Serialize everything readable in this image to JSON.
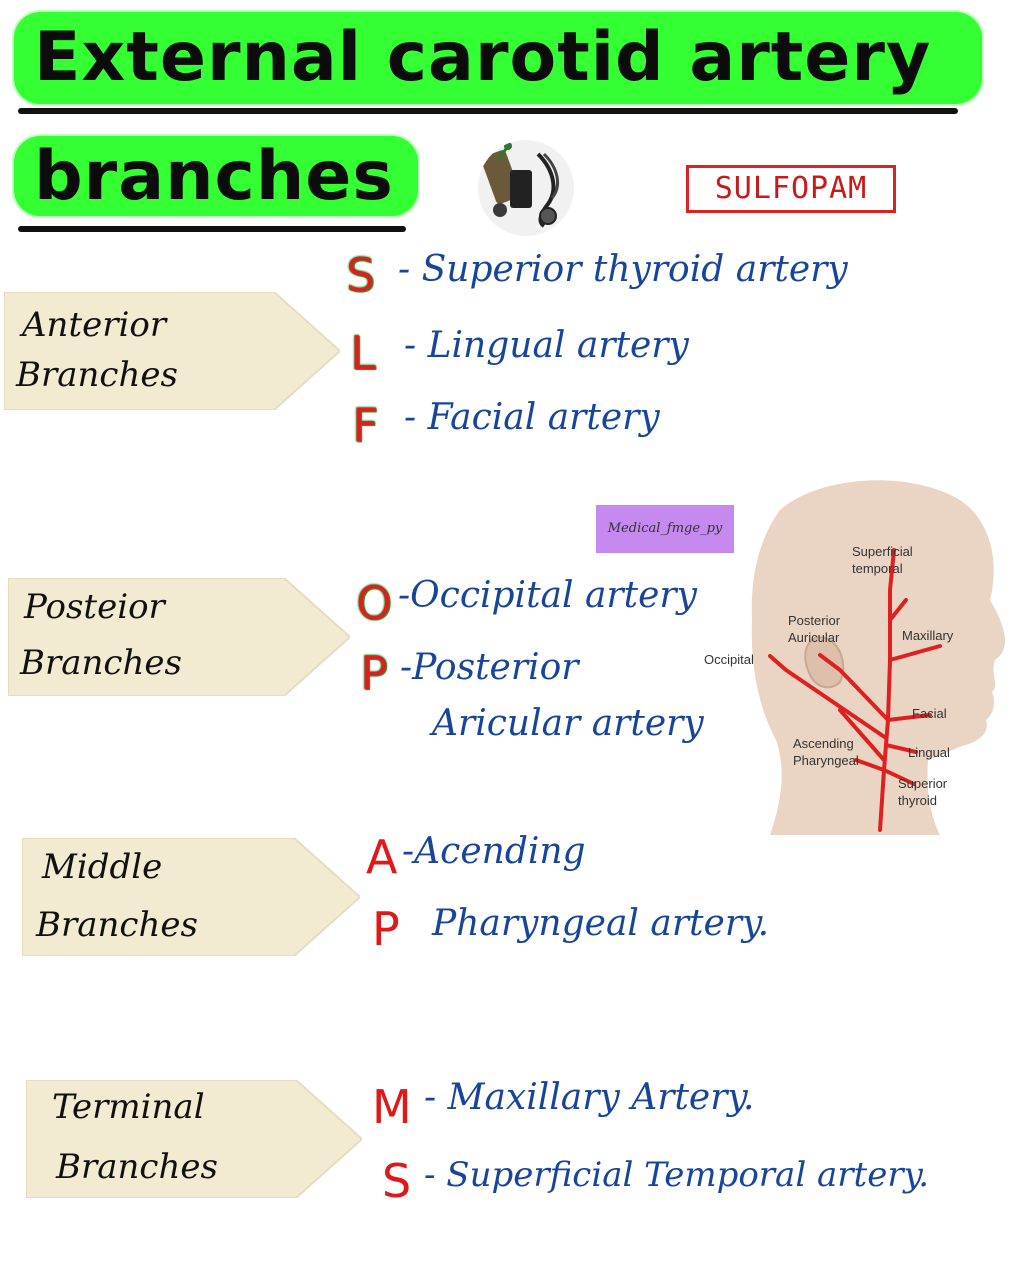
{
  "title_line1": "External carotid artery",
  "title_line2": "branches",
  "mnemonic": "SULFOPAM",
  "watermark": "Medical_fmge_py",
  "groups": [
    {
      "label_line1": "Anterior",
      "label_line2": "Branches",
      "items": [
        {
          "letter": "S",
          "text": "- Superior thyroid artery"
        },
        {
          "letter": "L",
          "text": "- Lingual artery"
        },
        {
          "letter": "F",
          "text": "- Facial artery"
        }
      ]
    },
    {
      "label_line1": "Posteior",
      "label_line2": "Branches",
      "items": [
        {
          "letter": "O",
          "text": "-Occipital artery"
        },
        {
          "letter": "P",
          "text": "-Posterior",
          "text2": "Aricular artery"
        }
      ]
    },
    {
      "label_line1": "Middle",
      "label_line2": "Branches",
      "items": [
        {
          "letter": "A",
          "text": "-Acending"
        },
        {
          "letter": "P",
          "text": "Pharyngeal artery."
        }
      ]
    },
    {
      "label_line1": "Terminal",
      "label_line2": "Branches",
      "items": [
        {
          "letter": "M",
          "text": "- Maxillary Artery."
        },
        {
          "letter": "S",
          "text": "- Superficial Temporal artery."
        }
      ]
    }
  ],
  "diagram_labels": {
    "superficial_temporal_1": "Superficial",
    "superficial_temporal_2": "temporal",
    "posterior_auricular_1": "Posterior",
    "posterior_auricular_2": "Auricular",
    "maxillary": "Maxillary",
    "occipital": "Occipital",
    "facial": "Facial",
    "ascending_pharyngeal_1": "Ascending",
    "ascending_pharyngeal_2": "Pharyngeal",
    "lingual": "Lingual",
    "superior_thyroid_1": "Superior",
    "superior_thyroid_2": "thyroid"
  },
  "colors": {
    "banner": "#33ff33",
    "artery_text": "#17459c",
    "letter_red": "#e01818",
    "letter_outline": "#2a9a2a",
    "tag_fill": "#f3ead2",
    "artery_line": "#e02020"
  }
}
